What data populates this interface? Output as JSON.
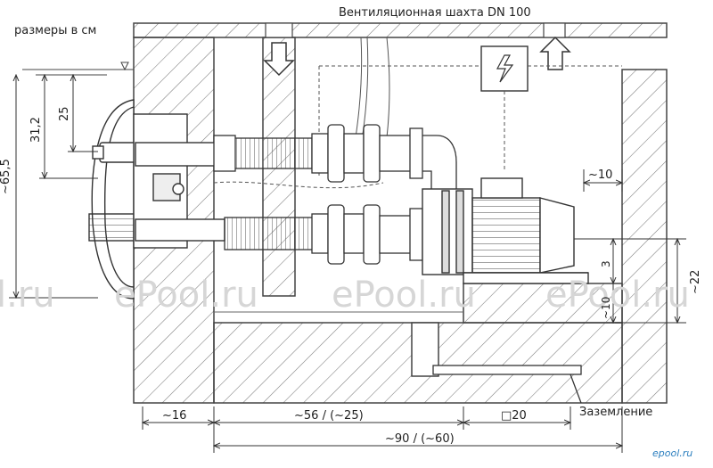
{
  "labels": {
    "units_note": "размеры в см",
    "vent_shaft": "Вентиляционная шахта DN 100",
    "grounding": "Заземление"
  },
  "dimensions": {
    "depth_25": "25",
    "depth_31_2": "31,2",
    "depth_65_5": "~65,5",
    "right_10": "~10",
    "right_3": "3",
    "right_10_low": "~10",
    "right_22": "~22",
    "bottom_16": "~16",
    "bottom_56": "~56 / (~25)",
    "bottom_20": "□20",
    "bottom_90": "~90 / (~60)"
  },
  "watermarks": [
    "l.ru",
    "ePool.ru",
    "ePool.ru",
    "ePool.ru"
  ],
  "brand_logo": "epool.ru"
}
